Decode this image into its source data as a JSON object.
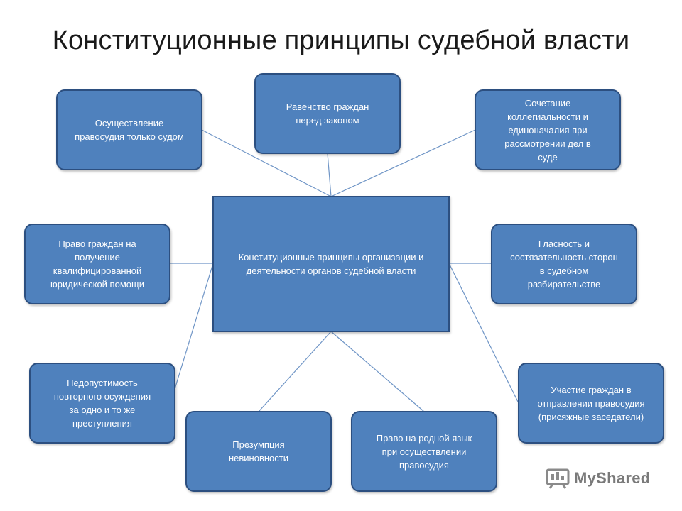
{
  "title": "Конституционные принципы судебной власти",
  "center": "Конституционные принципы организации и деятельности органов судебной власти",
  "nodes": {
    "top_left": "Осуществление\nправосудия только судом",
    "top_middle": "Равенство граждан\nперед законом",
    "top_right": "Сочетание\nколлегиальности и\nединоначалия  при\nрассмотрении дел в\nсуде",
    "mid_left": "Право граждан на\nполучение\nквалифицированной\nюридической помощи",
    "mid_right": "Гласность и\nсостязательность сторон\nв судебном\nразбирательстве",
    "bottom_left": "Недопустимость\nповторного осуждения\nза одно и то же\nпреступления",
    "bottom_right": "Участие граждан  в\nотправлении правосудия\n(присяжные заседатели)",
    "bottom_center_left": "Презумпция\nневиновности",
    "bottom_center_right": "Право на родной язык\nпри осуществлении\nправосудия"
  },
  "watermark": "MyShared",
  "colors": {
    "node_fill": "#4f81bd",
    "node_border": "#2c4f80",
    "connector": "#6f95c6"
  }
}
